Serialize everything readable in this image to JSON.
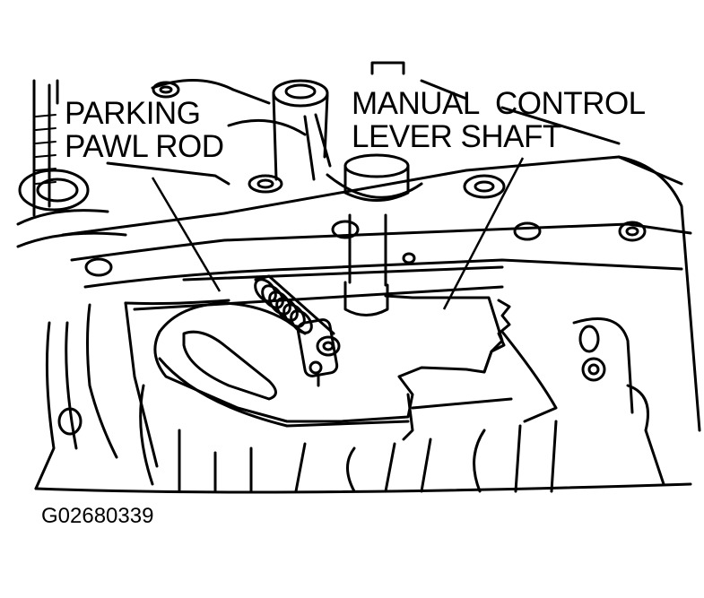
{
  "labels": {
    "parking_pawl_rod": {
      "line1": "PARKING",
      "line2": "PAWL ROD"
    },
    "manual_control_lever_shaft": {
      "line1": "MANUAL  CONTROL",
      "line2": "LEVER SHAFT"
    }
  },
  "figure_id": "G02680339",
  "colors": {
    "ink": "#000000",
    "paper": "#ffffff"
  }
}
